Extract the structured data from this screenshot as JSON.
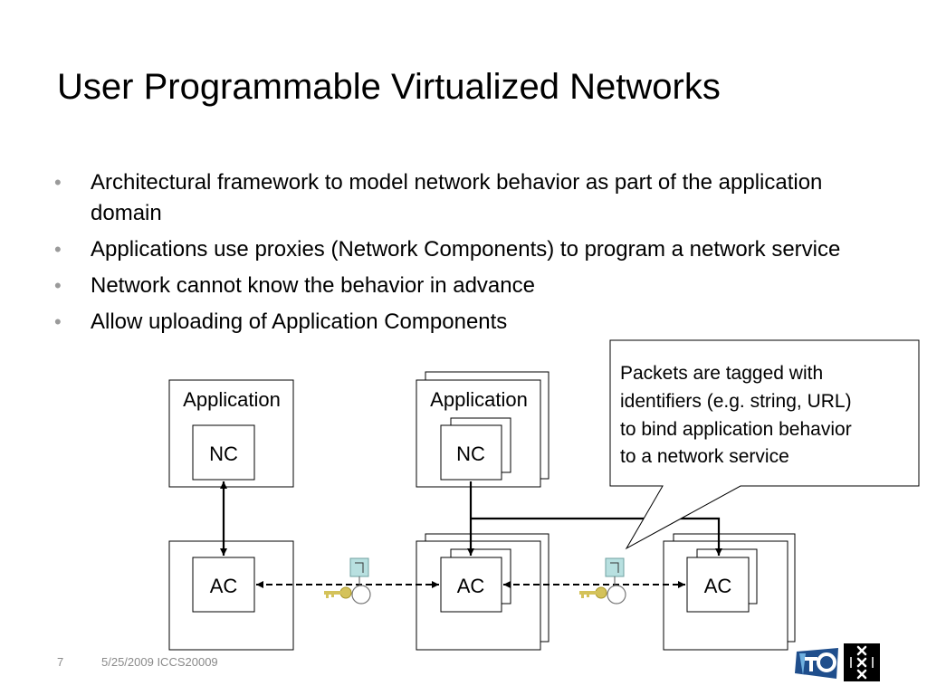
{
  "slide": {
    "title": "User Programmable Virtualized Networks",
    "bullets": [
      "Architectural framework to model network behavior as part of the application domain",
      "Applications use proxies (Network Components) to program a network service",
      "Network cannot know the behavior in advance",
      "Allow uploading of Application Components"
    ]
  },
  "diagram": {
    "application_label": "Application",
    "nc_label": "NC",
    "ac_label": "AC",
    "callout_lines": [
      "Packets are tagged with",
      "identifiers (e.g. string, URL)",
      "to bind application behavior",
      "to a network service"
    ],
    "colors": {
      "tag": "#b8e0e0",
      "key": "#d4c25a"
    }
  },
  "footer": {
    "slide_number": "7",
    "text": "5/25/2009 ICCS20009"
  }
}
